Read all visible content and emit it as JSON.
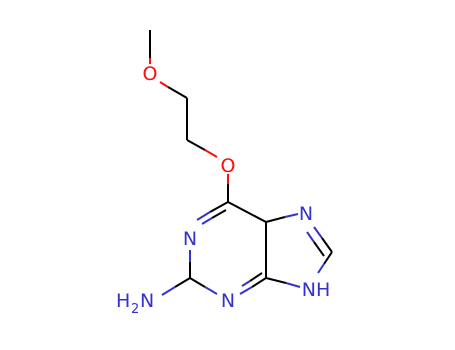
{
  "colors": {
    "carbon_bond": "#000000",
    "nitrogen": "#3333cc",
    "oxygen": "#ff0d0d",
    "background": "#ffffff"
  },
  "atoms": {
    "o_ether_top": "O",
    "o_ether_bottom": "O",
    "n_ring_top": "N",
    "n_ring_bottom": "N",
    "n_imidazole": "N",
    "nh_imidazole": "NH",
    "amine_h": "H",
    "amine_sub": "2",
    "amine_n": "N"
  }
}
